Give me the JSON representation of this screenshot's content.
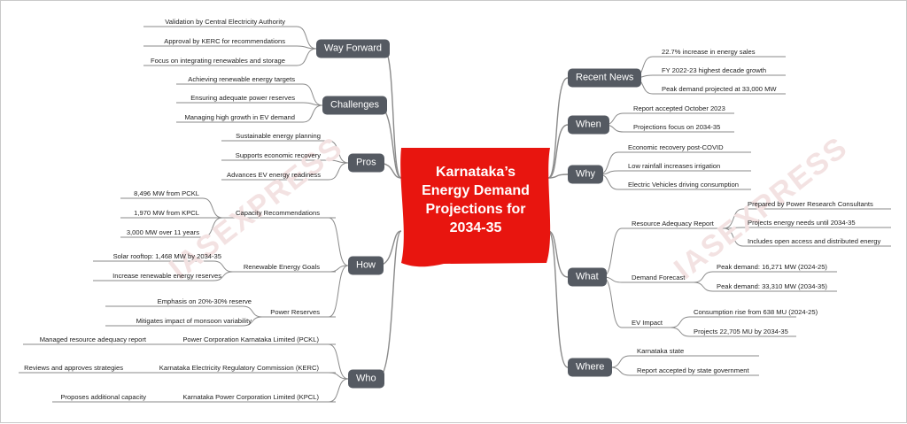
{
  "title_lines": [
    "Karnataka’s",
    "Energy Demand",
    "Projections for",
    "2034-35"
  ],
  "colors": {
    "center": "#e8150f",
    "branch": "#555a62",
    "line": "#8a8a8a"
  },
  "watermark": "IASEXPRESS",
  "branches": {
    "recent_news": {
      "label": "Recent News",
      "items": [
        "22.7% increase in energy sales",
        "FY 2022-23 highest decade growth",
        "Peak demand projected at 33,000 MW"
      ]
    },
    "when": {
      "label": "When",
      "items": [
        "Report accepted October 2023",
        "Projections focus on 2034-35"
      ]
    },
    "why": {
      "label": "Why",
      "items": [
        "Economic recovery post-COVID",
        "Low rainfall increases irrigation",
        "Electric Vehicles driving consumption"
      ]
    },
    "what": {
      "label": "What",
      "subs": [
        {
          "label": "Resource Adequacy Report",
          "items": [
            "Prepared by Power Research Consultants",
            "Projects energy needs until 2034-35",
            "Includes open access and distributed energy"
          ]
        },
        {
          "label": "Demand Forecast",
          "items": [
            "Peak demand: 16,271 MW (2024-25)",
            "Peak demand: 33,310 MW (2034-35)"
          ]
        },
        {
          "label": "EV Impact",
          "items": [
            "Consumption rise from 638 MU (2024-25)",
            "Projects 22,705 MU by 2034-35"
          ]
        }
      ]
    },
    "where": {
      "label": "Where",
      "items": [
        "Karnataka state",
        "Report accepted by state government"
      ]
    },
    "way_forward": {
      "label": "Way Forward",
      "items": [
        "Validation by Central Electricity Authority",
        "Approval by KERC for recommendations",
        "Focus on integrating renewables and storage"
      ]
    },
    "challenges": {
      "label": "Challenges",
      "items": [
        "Achieving renewable energy targets",
        "Ensuring adequate power reserves",
        "Managing high growth in EV demand"
      ]
    },
    "pros": {
      "label": "Pros",
      "items": [
        "Sustainable energy planning",
        "Supports economic recovery",
        "Advances EV energy readiness"
      ]
    },
    "how": {
      "label": "How",
      "subs": [
        {
          "label": "Capacity Recommendations",
          "items": [
            "8,496 MW from PCKL",
            "1,970 MW from KPCL",
            "3,000 MW over 11 years"
          ]
        },
        {
          "label": "Renewable Energy Goals",
          "items": [
            "Solar rooftop: 1,468 MW by 2034-35",
            "Increase renewable energy reserves"
          ]
        },
        {
          "label": "Power Reserves",
          "items": [
            "Emphasis on 20%-30% reserve",
            "Mitigates impact of monsoon variability"
          ]
        }
      ]
    },
    "who": {
      "label": "Who",
      "subs": [
        {
          "label": "Power Corporation Karnataka Limited (PCKL)",
          "items": [
            "Managed resource adequacy report"
          ]
        },
        {
          "label": "Karnataka Electricity Regulatory Commission (KERC)",
          "items": [
            "Reviews and approves strategies"
          ]
        },
        {
          "label": "Karnataka Power Corporation Limited (KPCL)",
          "items": [
            "Proposes additional capacity"
          ]
        }
      ]
    }
  }
}
